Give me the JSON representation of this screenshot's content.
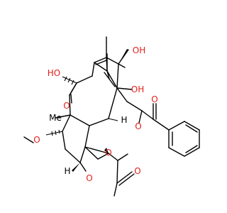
{
  "molecule": {
    "atom_labels": [
      {
        "id": "oh-top-right",
        "text": "OH",
        "color": "#e0201b"
      },
      {
        "id": "oh-top-left",
        "text": "HO",
        "color": "#e0201b"
      },
      {
        "id": "oh-right",
        "text": "OH",
        "color": "#e0201b"
      },
      {
        "id": "keto-o",
        "text": "O",
        "color": "#e0201b"
      },
      {
        "id": "methoxy-o",
        "text": "O",
        "color": "#e0201b"
      },
      {
        "id": "me-label",
        "text": "Me",
        "color": "#000000"
      },
      {
        "id": "h-center",
        "text": "H",
        "color": "#000000"
      },
      {
        "id": "benzoate-ester-o",
        "text": "O",
        "color": "#e0201b"
      },
      {
        "id": "benzoate-carbonyl-o",
        "text": "O",
        "color": "#e0201b"
      },
      {
        "id": "acetate-ester-o",
        "text": "O",
        "color": "#e0201b"
      },
      {
        "id": "acetate-carbonyl-o",
        "text": "O",
        "color": "#e0201b"
      },
      {
        "id": "oxetane-o",
        "text": "O",
        "color": "#e0201b"
      },
      {
        "id": "h-bottom",
        "text": "H",
        "color": "#000000"
      }
    ]
  }
}
